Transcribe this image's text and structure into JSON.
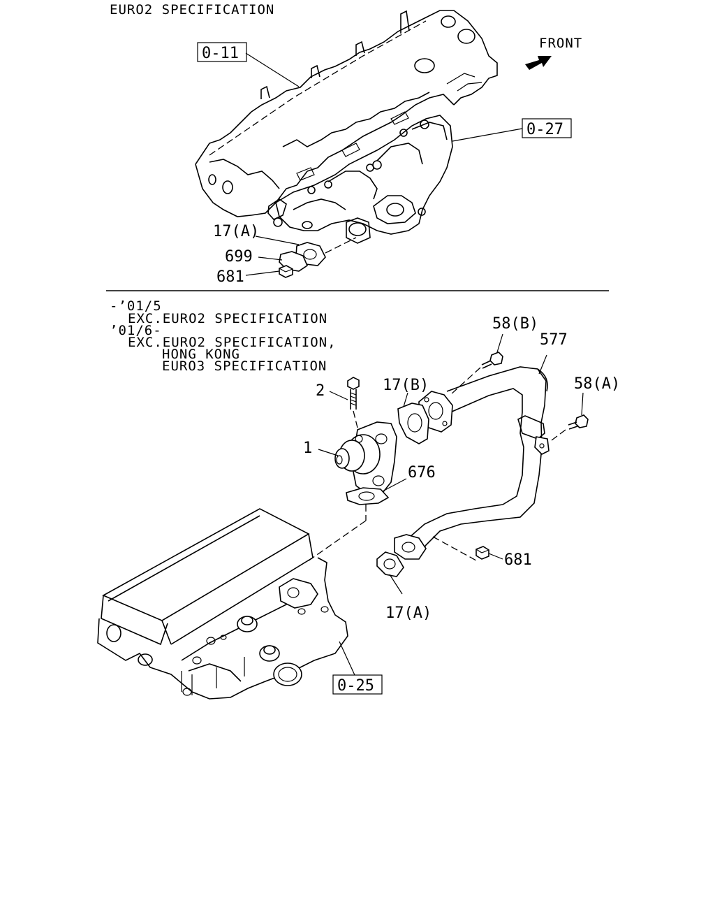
{
  "header": {
    "spec_top": "EURO2 SPECIFICATION"
  },
  "direction": {
    "label": "FRONT"
  },
  "lower_spec": {
    "line1": "-’01/5",
    "line2": "EXC.EURO2 SPECIFICATION",
    "line3": "’01/6-",
    "line4": "EXC.EURO2 SPECIFICATION,",
    "line5": "HONG KONG",
    "line6": "EURO3 SPECIFICATION"
  },
  "ref_boxes": {
    "r011": "0-11",
    "r027": "0-27",
    "r025": "0-25"
  },
  "callouts": {
    "p17a_top": "17(A)",
    "p699": "699",
    "p681_top": "681",
    "p58b": "58(B)",
    "p577": "577",
    "p58a": "58(A)",
    "p2": "2",
    "p17b": "17(B)",
    "p1": "1",
    "p676": "676",
    "p681_bot": "681",
    "p17a_bot": "17(A)"
  }
}
